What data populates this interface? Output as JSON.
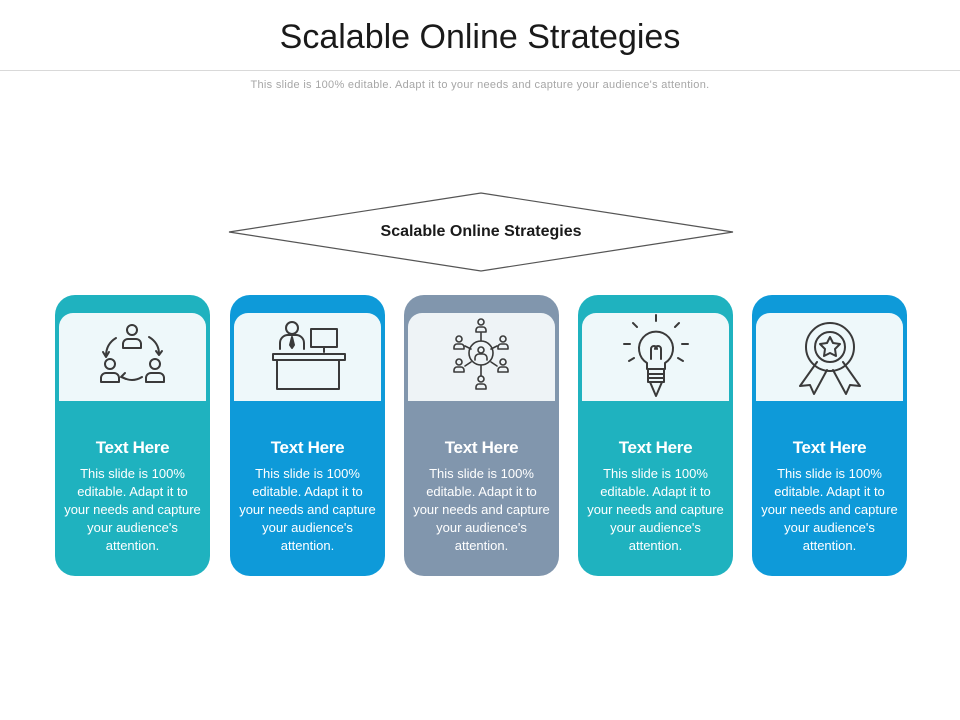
{
  "header": {
    "title": "Scalable Online Strategies",
    "subtitle": "This slide is 100% editable. Adapt it to your needs and capture your audience's attention."
  },
  "center_label": "Scalable Online Strategies",
  "cards": [
    {
      "heading": "Text Here",
      "body": "This slide is 100% editable. Adapt it to your needs and capture your audience's attention.",
      "icon": "people-cycle-icon",
      "color": "#1fb2bf"
    },
    {
      "heading": "Text Here",
      "body": "This slide is 100% editable. Adapt it to your needs and capture your audience's attention.",
      "icon": "person-at-desk-icon",
      "color": "#0e9ad9"
    },
    {
      "heading": "Text Here",
      "body": "This slide is 100% editable. Adapt it to your needs and capture your audience's attention.",
      "icon": "network-people-icon",
      "color": "#8196ad"
    },
    {
      "heading": "Text Here",
      "body": "This slide is 100% editable. Adapt it to your needs and capture your audience's attention.",
      "icon": "lightbulb-icon",
      "color": "#1fb2bf"
    },
    {
      "heading": "Text Here",
      "body": "This slide is 100% editable. Adapt it to your needs and capture your audience's attention.",
      "icon": "award-badge-icon",
      "color": "#0e9ad9"
    }
  ]
}
